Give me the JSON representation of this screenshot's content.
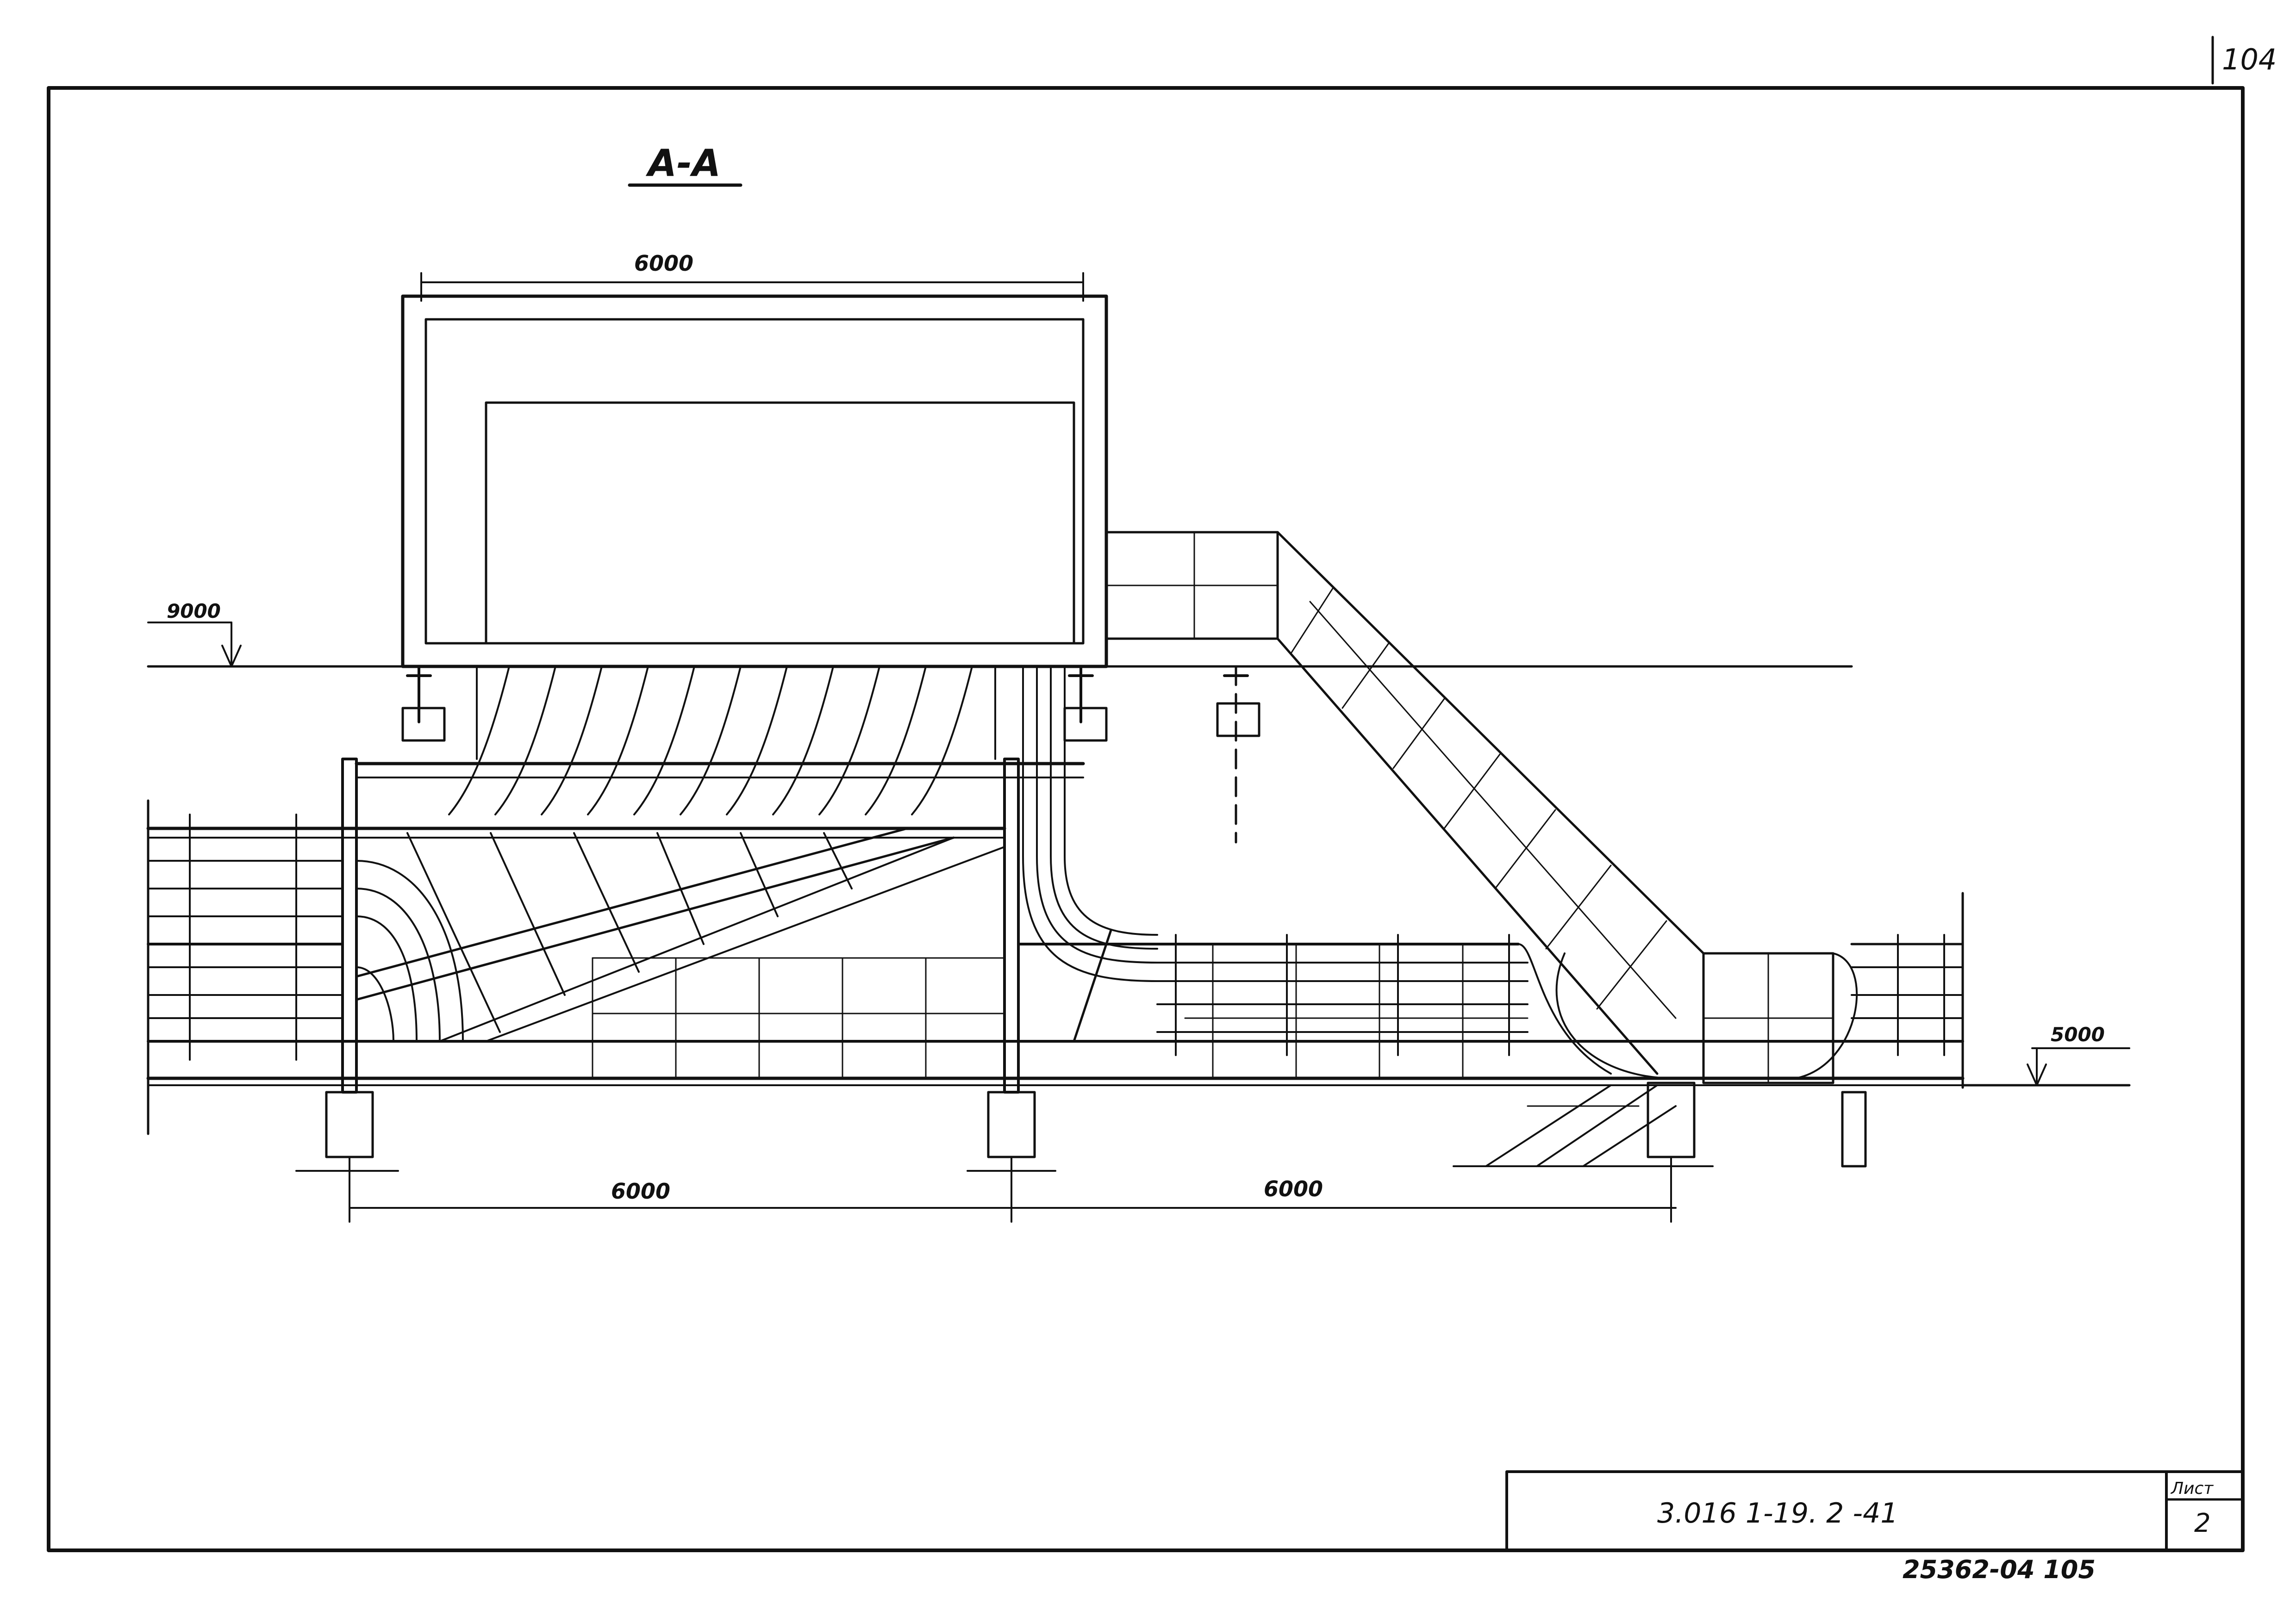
{
  "corner_mark": "104",
  "section_title": "А-А",
  "dimensions": {
    "top_width": "6000",
    "bottom_left": "6000",
    "bottom_right": "6000"
  },
  "elevations": {
    "left": "9000",
    "right": "5000"
  },
  "title_block": {
    "designation": "3.016 1-19. 2 -41",
    "sheet_label": "Лист",
    "sheet_number": "2"
  },
  "archive_number": "25362-04 105",
  "colors": {
    "ink": "#111111",
    "paper": "#ffffff"
  }
}
